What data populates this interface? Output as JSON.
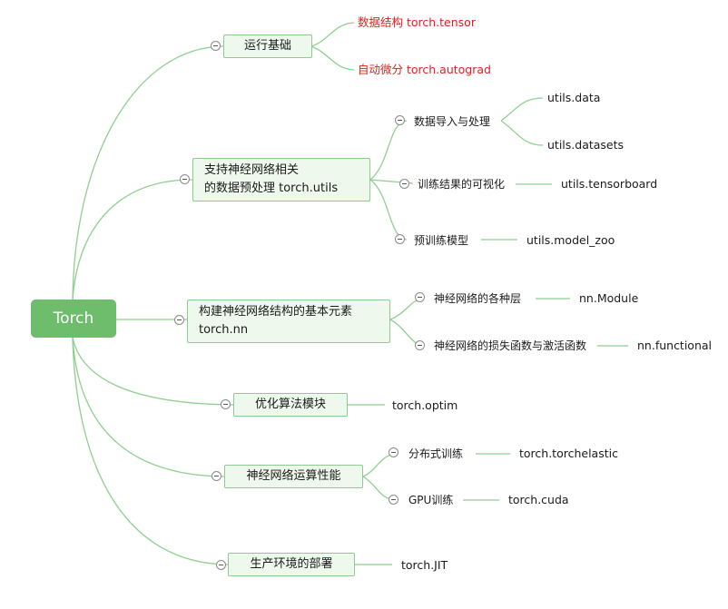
{
  "root": {
    "label": "Torch"
  },
  "branches": [
    {
      "id": "b1",
      "lines": [
        "运行基础"
      ],
      "children": [
        {
          "label": "数据结构  torch.tensor",
          "color": "#e02020"
        },
        {
          "label": "自动微分 torch.autograd",
          "color": "#e02020"
        }
      ]
    },
    {
      "id": "b2",
      "lines": [
        "支持神经网络相关",
        "的数据预处理 torch.utils"
      ],
      "children": [
        {
          "label": "数据导入与处理",
          "leaves": [
            "utils.data",
            "utils.datasets"
          ]
        },
        {
          "label": "训练结果的可视化",
          "leaves": [
            "utils.tensorboard"
          ]
        },
        {
          "label": "预训练模型",
          "leaves": [
            "utils.model_zoo"
          ]
        }
      ]
    },
    {
      "id": "b3",
      "lines": [
        "构建神经网络结构的基本元素",
        "torch.nn"
      ],
      "children": [
        {
          "label": "神经网络的各种层",
          "leaves": [
            "nn.Module"
          ]
        },
        {
          "label": "神经网络的损失函数与激活函数",
          "leaves": [
            "nn.functional"
          ]
        }
      ]
    },
    {
      "id": "b4",
      "lines": [
        "优化算法模块"
      ],
      "leaves": [
        "torch.optim"
      ]
    },
    {
      "id": "b5",
      "lines": [
        "神经网络运算性能"
      ],
      "children": [
        {
          "label": "分布式训练",
          "leaves": [
            "torch.torchelastic"
          ]
        },
        {
          "label": "GPU训练",
          "leaves": [
            "torch.cuda"
          ]
        }
      ]
    },
    {
      "id": "b6",
      "lines": [
        "生产环境的部署"
      ],
      "leaves": [
        "torch.JIT"
      ]
    }
  ],
  "colors": {
    "root_fill": "#6dbd6d",
    "box_fill": "#eef8ec",
    "box_border": "#8ccc8c",
    "connector": "#8fcf8f",
    "highlight_text": "#e02020"
  }
}
